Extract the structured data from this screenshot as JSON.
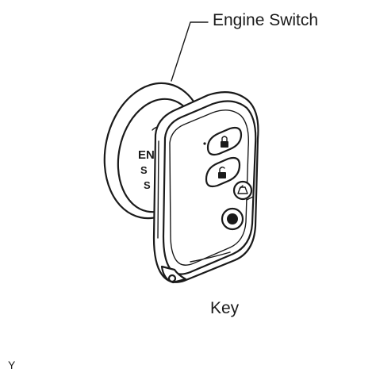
{
  "labels": {
    "engine_switch": "Engine Switch",
    "key": "Key",
    "corner": "Y"
  },
  "switch_face_text": [
    "EN",
    "S",
    "S"
  ],
  "colors": {
    "ink": "#1a1a1a",
    "background": "#ffffff"
  },
  "icons": [
    "lock-icon",
    "unlock-icon",
    "trunk-icon",
    "panic-icon"
  ]
}
